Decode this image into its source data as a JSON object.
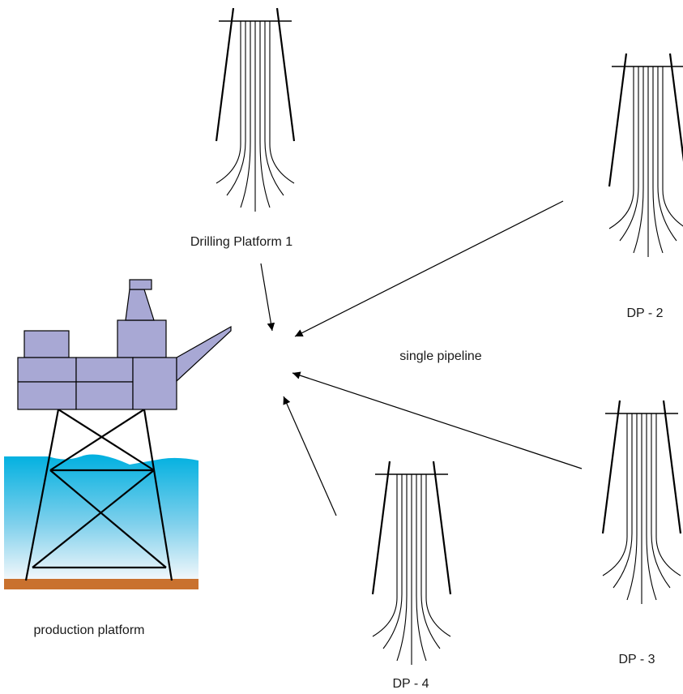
{
  "labels": {
    "dp1": "Drilling Platform 1",
    "dp2": "DP - 2",
    "dp3": "DP - 3",
    "dp4": "DP - 4",
    "pipeline": "single pipeline",
    "production": "production platform"
  },
  "colors": {
    "platform_fill": "#a8a8d4",
    "platform_stroke": "#000000",
    "sea_top": "#00b0e0",
    "sea_bottom": "#f4f8fb",
    "seabed": "#c9712e",
    "lines": "#000000"
  }
}
